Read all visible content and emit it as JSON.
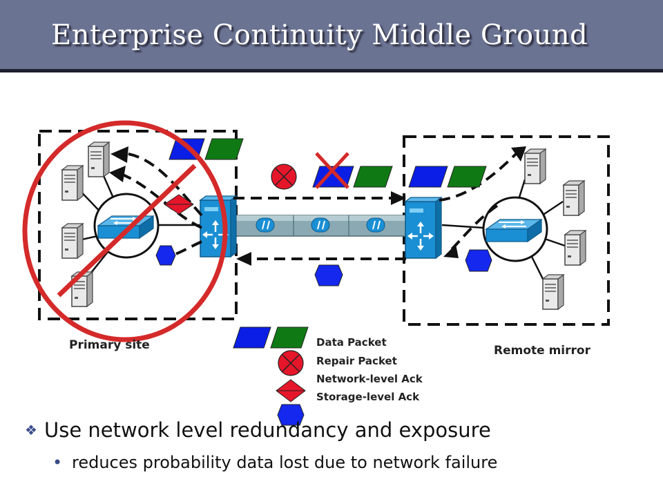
{
  "slide": {
    "title": "Enterprise Continuity Middle Ground"
  },
  "sites": {
    "primary": "Primary site",
    "remote": "Remote mirror"
  },
  "legend": {
    "data_packet": "Data Packet",
    "repair_packet": "Repair Packet",
    "network_ack": "Network-level Ack",
    "storage_ack": "Storage-level Ack"
  },
  "colors": {
    "data_blue": "#0a1ee6",
    "data_green": "#0f7a14",
    "repair_red": "#e6162a",
    "ack_blue": "#1428ee",
    "strike_red": "#d42a2a",
    "device_blue": "#1b8fd4"
  },
  "bullets": [
    {
      "text": "Use network level redundancy and exposure",
      "level": 1
    },
    {
      "text": "reduces probability data lost due to network failure",
      "level": 2
    }
  ]
}
